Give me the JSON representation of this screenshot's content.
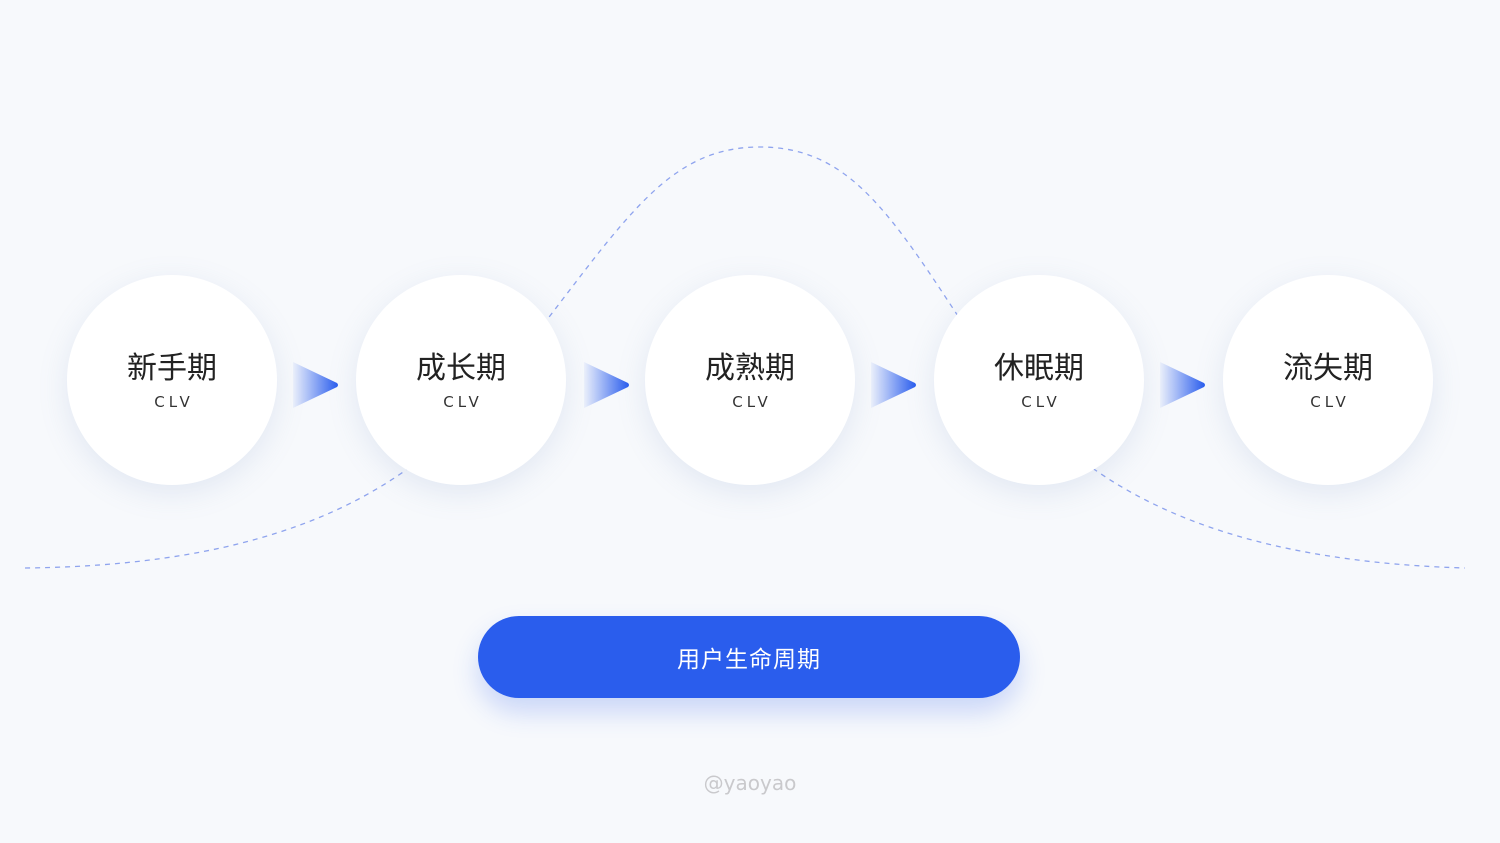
{
  "stages": [
    {
      "title": "新手期",
      "subtitle": "CLV"
    },
    {
      "title": "成长期",
      "subtitle": "CLV"
    },
    {
      "title": "成熟期",
      "subtitle": "CLV"
    },
    {
      "title": "休眠期",
      "subtitle": "CLV"
    },
    {
      "title": "流失期",
      "subtitle": "CLV"
    }
  ],
  "label": "用户生命周期",
  "watermark": "@yaoyao",
  "colors": {
    "accent": "#2a5ded",
    "curve": "#8fa4ee",
    "background": "#f7f9fc"
  }
}
